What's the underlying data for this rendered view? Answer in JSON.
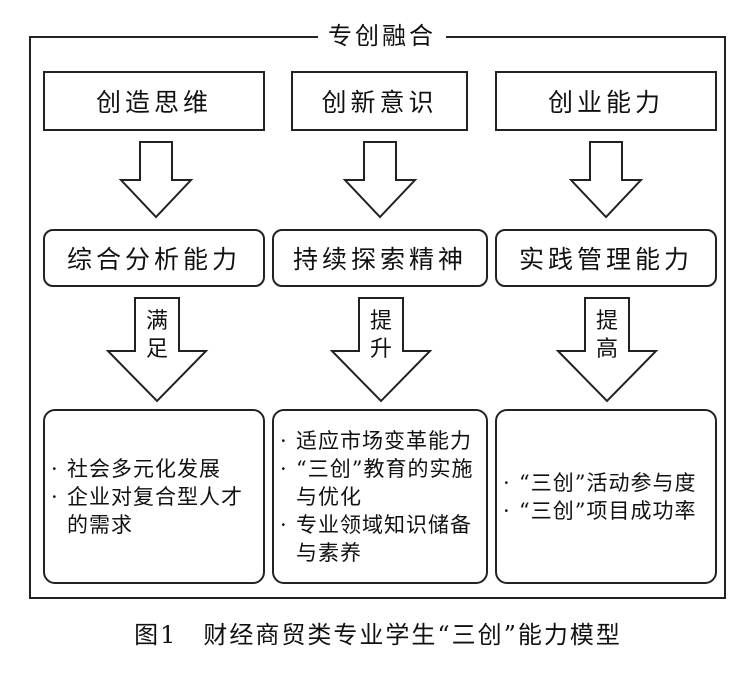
{
  "title": "专创融合",
  "top_boxes": [
    "创造思维",
    "创新意识",
    "创业能力"
  ],
  "middle_boxes": [
    "综合分析能力",
    "持续探索精神",
    "实践管理能力"
  ],
  "arrow_labels": [
    [
      "满",
      "足"
    ],
    [
      "提",
      "升"
    ],
    [
      "提",
      "高"
    ]
  ],
  "bottom_boxes": [
    [
      "社会多元化发展",
      "企业对复合型人才的需求"
    ],
    [
      "适应市场变革能力",
      "“三创”教育的实施与优化",
      "专业领域知识储备与素养"
    ],
    [
      "“三创”活动参与度",
      "“三创”项目成功率"
    ]
  ],
  "caption": "图1　财经商贸类专业学生“三创”能力模型"
}
